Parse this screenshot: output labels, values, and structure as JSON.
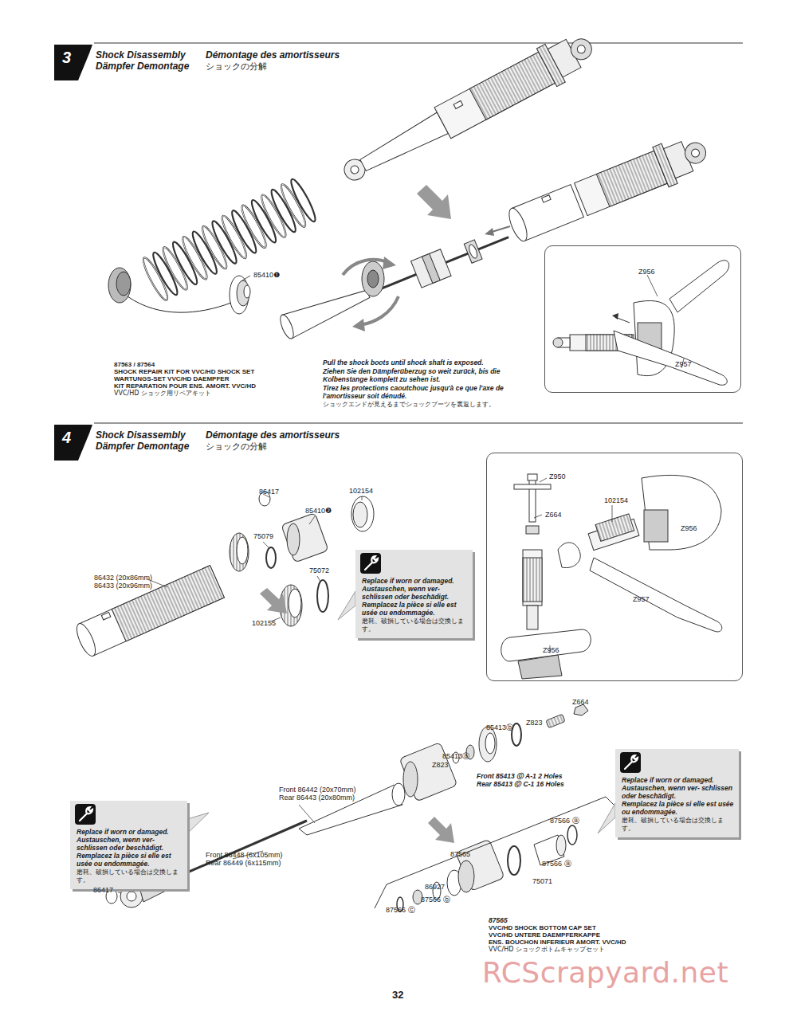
{
  "diagram": {
    "nodes": [
      {
        "text": [
          "3",
          "Shock Disassembly",
          "Démontage des amortisseurs",
          "Dämpfer Demontage",
          "ショックの分解"
        ]
      },
      {
        "text": [
          "Z956",
          "Z957"
        ]
      },
      {
        "text": [
          "4",
          "Shock Disassembly",
          "Démontage des amortisseurs",
          "Dämpfer Demontage",
          "ショックの分解"
        ]
      },
      {
        "text": [
          "Replace if worn or damaged.",
          "Austauschen, wenn ver- schlissen oder beschädigt.",
          "Remplacez la pièce si elle est usée ou endommagée.",
          "磨耗、破損している場合は交換します。"
        ]
      },
      {
        "text": [
          "Z950",
          "Z664",
          "102154",
          "Z956",
          "Z957",
          "Z956"
        ]
      },
      {
        "text": [
          "Replace if worn or damaged.",
          "Austauschen, wenn ver- schlissen oder beschädigt.",
          "Remplacez la pièce si elle est usée ou endommagée.",
          "磨耗、破損している場合は交換します。"
        ]
      },
      {
        "text": [
          "Replace if worn or damaged.",
          "Austauschen, wenn ver- schlissen oder beschädigt.",
          "Remplacez la pièce si elle est usée ou endommagée.",
          "磨耗、破損している場合は交換します。"
        ]
      }
    ],
    "labels": [
      "85410❶",
      "87563 / 87564",
      "SHOCK REPAIR KIT FOR VVC/HD SHOCK SET",
      "WARTUNGS-SET VVC/HD DAEMPFER",
      "KIT REPARATION POUR ENS. AMORT. VVC/HD",
      "VVC/HD ショック用リペアキット",
      "Pull the shock boots until shock shaft is exposed.",
      "Ziehen Sie den Dämpferüberzug so weit zurück, bis die Kolbenstange komplett zu sehen ist.",
      "Tirez les protections caoutchouc jusqu'à ce que l'axe de l'amortisseur soit dénudé.",
      "ショックエンドが見えるまでショックブーツを裏返します。",
      "86417",
      "85410❷",
      "102154",
      "75079",
      "86432 (20x86mm)",
      "86433 (20x96mm)",
      "75072",
      "102155",
      "Z664",
      "Z823",
      "85413ⓑ",
      "85413ⓐ",
      "Z823",
      "Front 85413 ⓒ A-1 2 Holes",
      "Rear 85413 ⓒ C-1 16 Holes",
      "Front 86442 (20x70mm)",
      "Rear 86443 (20x80mm)",
      "Front 86448 (6x105mm)",
      "Rear 86449 (6x115mm)",
      "86417",
      "87566 ⓐ",
      "87565",
      "87566 ⓐ",
      "75071",
      "86927",
      "87566 ⓑ",
      "87566 ⓒ",
      "87565",
      "VVC/HD SHOCK BOTTOM CAP SET",
      "VVC/HD UNTERE DAEMPFERKAPPE",
      "ENS. BOUCHON INFERIEUR AMORT. VVC/HD",
      "VVC/HD ショックボトムキャップセット",
      "32",
      "RCScrapyard.net"
    ]
  }
}
